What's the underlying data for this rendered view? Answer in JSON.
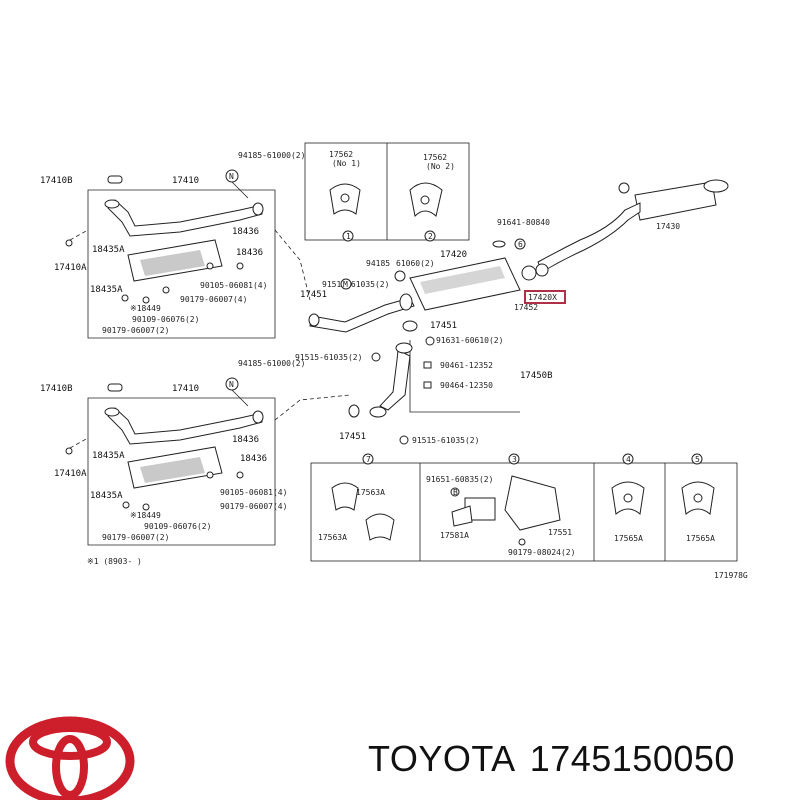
{
  "labels": {
    "p17410B_a": "17410B",
    "p17410_a": "17410",
    "p94185_a": "94185-61000(2)",
    "p18436_a1": "18436",
    "p18435A_a1": "18435A",
    "p18436_a2": "18436",
    "p17410A_a": "17410A",
    "p18435A_a2": "18435A",
    "p90105_a": "90105-06081(4)",
    "p18449_a": "※18449",
    "p90179_6007_4_a": "90179-06007(4)",
    "p90109_a": "90109-06076(2)",
    "p90179_6007_2_a": "90179-06007(2)",
    "p17562_1": "17562",
    "p17562_1_no": "(No 1)",
    "p17562_2": "17562",
    "p17562_2_no": "(No 2)",
    "c1": "1",
    "c2": "2",
    "p91641": "91641-80840",
    "p17430": "17430",
    "p94185_b": "94185",
    "p61060": "61060(2)",
    "p17420": "17420",
    "p17451_a": "17451",
    "p91515_a": "91515-61035(2)",
    "p17420X": "17420X",
    "p17452": "17452",
    "p17451_b": "17451",
    "p91631": "91631-60610(2)",
    "p91515_b": "91515-61035(2)",
    "p90461": "90461-12352",
    "p17450B": "17450B",
    "p90464": "90464-12350",
    "p91515_c": "91515-61035(2)",
    "p17451_c": "17451",
    "p17410B_b": "17410B",
    "p17410_b": "17410",
    "p94185_c": "94185-61000(2)",
    "p18436_b1": "18436",
    "p18435A_b1": "18435A",
    "p18436_b2": "18436",
    "p17410A_b": "17410A",
    "p18435A_b2": "18435A",
    "p90105_b": "90105-06081(4)",
    "p18449_b": "※18449",
    "p90179_6007_4_b": "90179-06007(4)",
    "p90109_b": "90109-06076(2)",
    "p90179_6007_2_b": "90179-06007(2)",
    "c7": "7",
    "c3": "3",
    "c4": "4",
    "c5": "5",
    "p17563A_1": "17563A",
    "p17563A_2": "17563A",
    "p91651": "91651-60835(2)",
    "p17581A": "17581A",
    "p17551": "17551",
    "p90179_08024": "90179-08024(2)",
    "p17565A_1": "17565A",
    "p17565A_2": "17565A",
    "footnote": "※1 (8903-    )",
    "fig_no": "171978G"
  },
  "brand": {
    "name": "TOYOTA",
    "part_number": "1745150050"
  },
  "colors": {
    "highlight": "#b0304a",
    "logo": "#cc1f2b",
    "ink": "#222222"
  }
}
